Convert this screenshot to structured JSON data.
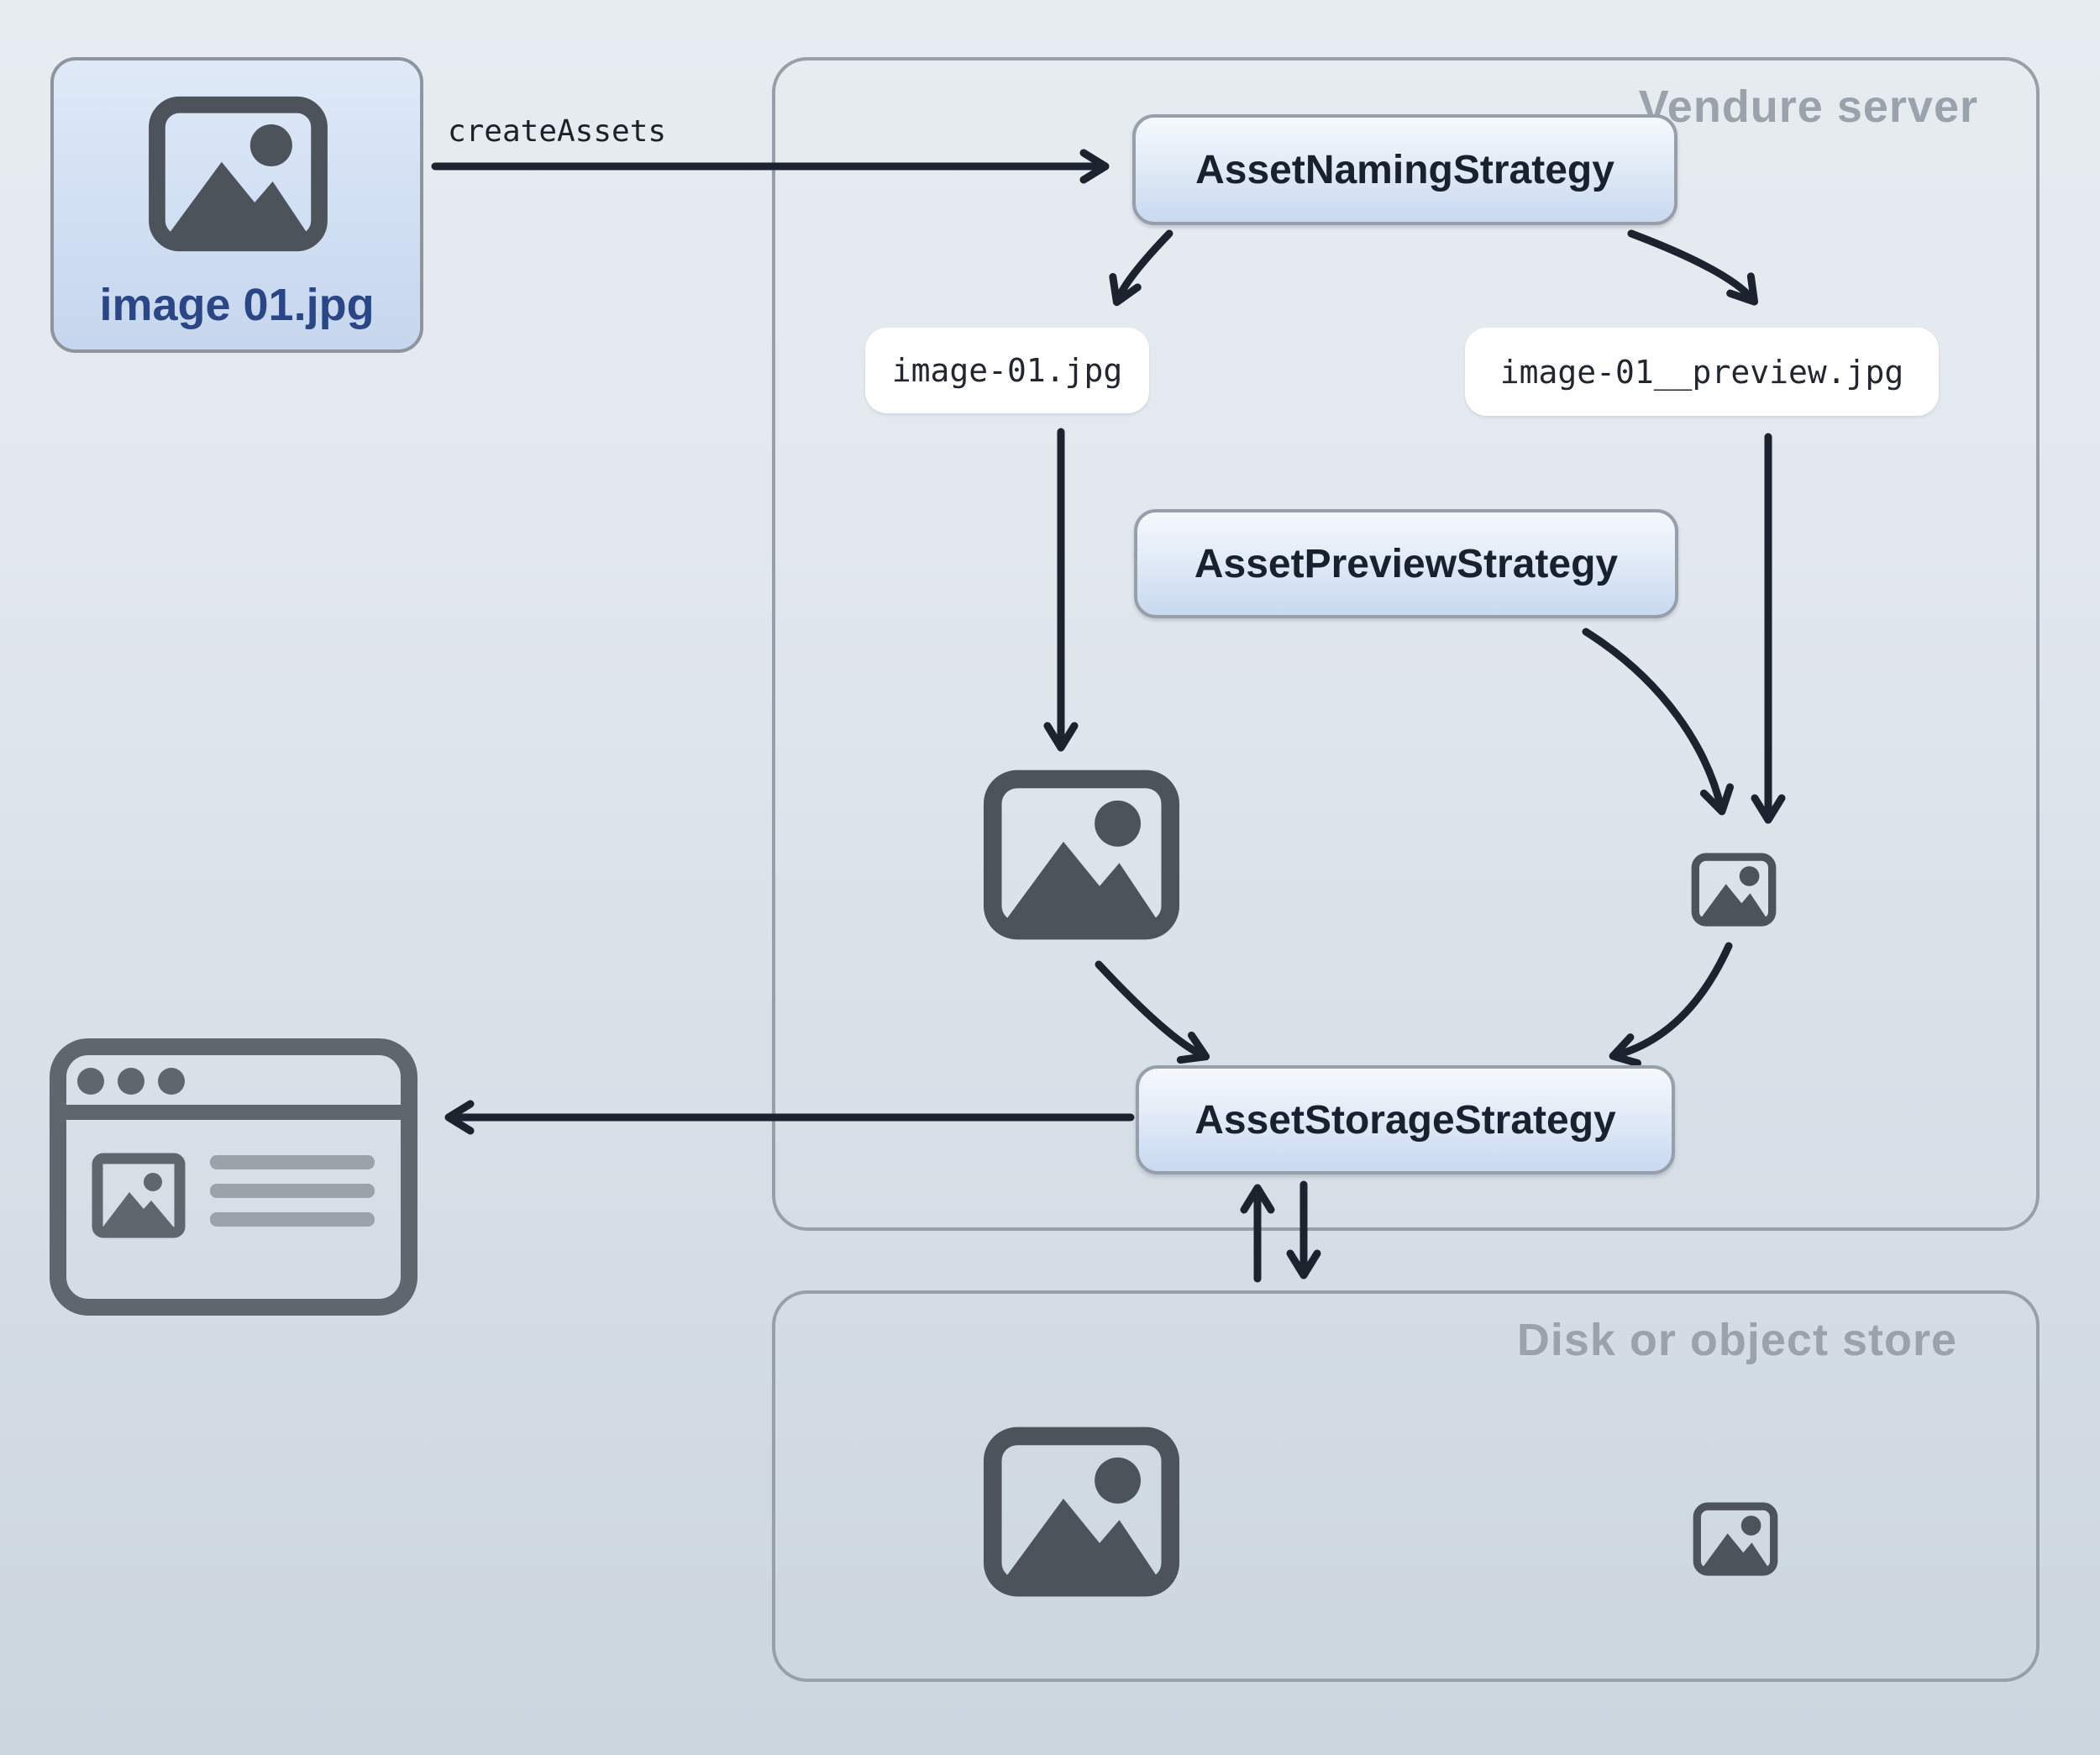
{
  "diagram": {
    "source": {
      "label": "image 01.jpg"
    },
    "flow_label": "createAssets",
    "server": {
      "label": "Vendure server",
      "naming_strategy": "AssetNamingStrategy",
      "preview_strategy": "AssetPreviewStrategy",
      "storage_strategy": "AssetStorageStrategy",
      "file_original": "image-01.jpg",
      "file_preview": "image-01__preview.jpg"
    },
    "disk": {
      "label": "Disk or object store"
    }
  },
  "colors": {
    "arrow": "#1d232e",
    "box_text": "#1a212e",
    "container_border": "#97a0a8",
    "container_label": "#9aa3ab",
    "source_label": "#2a4685",
    "icon": "#4d535a",
    "browser_icon": "#60666d",
    "browser_lines": "#9aa2aa",
    "pill_bg": "#ffffff"
  }
}
